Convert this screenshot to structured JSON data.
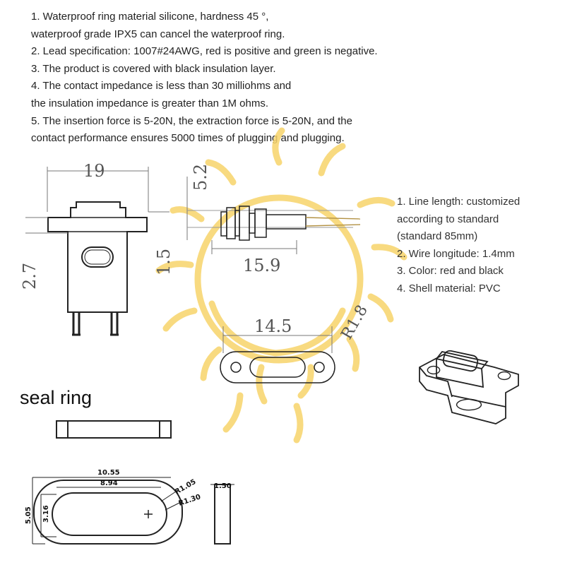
{
  "specs": [
    "1. Waterproof ring material silicone, hardness 45 °,",
    "waterproof grade IPX5 can cancel the waterproof ring.",
    "2. Lead specification: 1007#24AWG, red is positive and green is negative.",
    "3. The product is covered with black insulation layer.",
    "4. The contact impedance is less than 30 milliohms and",
    "the insulation impedance is greater than 1M ohms.",
    "5. The insertion force is 5-20N, the extraction force is 5-20N, and the",
    "contact performance ensures 5000 times of plugging and plugging."
  ],
  "side_specs": [
    "1. Line length: customized",
    "according to standard",
    "(standard 85mm)",
    "2. Wire longitude: 1.4mm",
    "3. Color: red and black",
    "4. Shell material: PVC"
  ],
  "seal_ring_title": "seal ring",
  "dimensions": {
    "front_width": "19",
    "front_height": "2.7",
    "side_top": "5.2",
    "side_left": "1.5",
    "side_length": "15.9",
    "flange_width": "14.5",
    "radius": "R1.8",
    "ring_outer_width": "10.55",
    "ring_inner_width": "8.94",
    "ring_outer_radius": "R1.05",
    "ring_inner_radius": "R1.30",
    "ring_outer_height": "5.05",
    "ring_inner_height": "3.16",
    "ring_thickness": "1.50"
  },
  "colors": {
    "watermark": "#f7d46a",
    "line": "#222222",
    "dim_text": "#555555"
  }
}
